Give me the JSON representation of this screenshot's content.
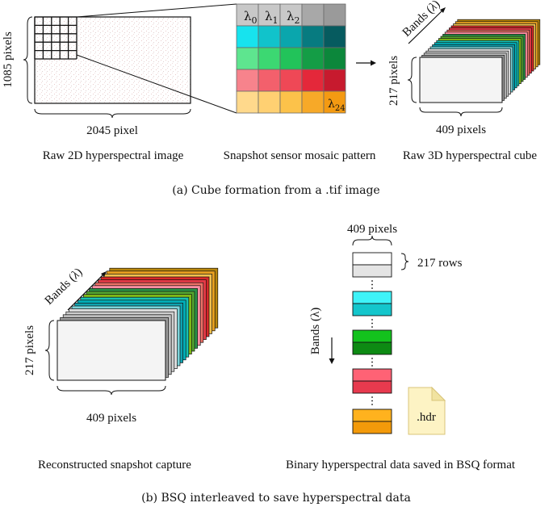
{
  "panel_a": {
    "raw_image": {
      "height_label": "1085 pixels",
      "width_label": "2045 pixel",
      "caption": "Raw 2D hyperspectral image"
    },
    "mosaic": {
      "caption": "Snapshot sensor mosaic pattern",
      "band_labels": {
        "first": "λ",
        "first_sub": "0",
        "second": "λ",
        "second_sub": "1",
        "third": "λ",
        "third_sub": "2",
        "last": "λ",
        "last_sub": "24"
      },
      "rows": [
        [
          "#c8c8c8",
          "#c8c8c8",
          "#c8c8c8",
          "#a8a8a8",
          "#9a9a9a"
        ],
        [
          "#17e3ee",
          "#11c3cb",
          "#0aa6ad",
          "#077b80",
          "#065b5f"
        ],
        [
          "#5ee58f",
          "#3cd872",
          "#22c35a",
          "#149d46",
          "#0c873b"
        ],
        [
          "#f7838c",
          "#f3606c",
          "#ef4856",
          "#e4283a",
          "#c71a2e"
        ],
        [
          "#ffd98c",
          "#ffd072",
          "#fcc24a",
          "#f7a928",
          "#f49a12"
        ]
      ]
    },
    "cube": {
      "bands_label": "Bands (",
      "bands_symbol": "λ",
      "bands_close": ")",
      "height_label": "217 pixels",
      "width_label": "409 pixels",
      "caption": "Raw 3D hyperspectral cube"
    },
    "subcaption": "(a) Cube formation from a .tif image"
  },
  "panel_b": {
    "cube": {
      "bands_label": "Bands (",
      "bands_symbol": "λ",
      "bands_close": ")",
      "height_label": "217 pixels",
      "width_label": "409 pixels",
      "caption": "Reconstructed snapshot capture"
    },
    "bsq": {
      "width_label": "409 pixels",
      "rows_label": "217 rows",
      "bands_label": "Bands (λ)",
      "hdr_label": ".hdr",
      "caption": "Binary hyperspectral data saved in BSQ format",
      "band_colors": [
        {
          "top": "#ffffff",
          "bottom": "#e4e4e4"
        },
        {
          "top": "#3ef3f8",
          "bottom": "#14c6cc"
        },
        {
          "top": "#13c21d",
          "bottom": "#0d8a13"
        },
        {
          "top": "#ff6275",
          "bottom": "#e73a4e"
        },
        {
          "top": "#ffb21e",
          "bottom": "#f39a0a"
        }
      ]
    },
    "subcaption": "(b) BSQ interleaved to save hyperspectral data"
  },
  "colors": {
    "cube_layers": [
      "#b8860b",
      "#e8a020",
      "#f2c14e",
      "#d62828",
      "#e63946",
      "#f07167",
      "#ff8fa3",
      "#2b9348",
      "#55a630",
      "#80b918",
      "#17c3b2",
      "#00afb9",
      "#0fa3b1",
      "#7bd3d9",
      "#e0e0e0",
      "#cfcfcf",
      "#bdbdbd",
      "#9e9e9e"
    ],
    "hdr_fill": "#fdf3c4",
    "hdr_fold": "#f1e3a0"
  }
}
